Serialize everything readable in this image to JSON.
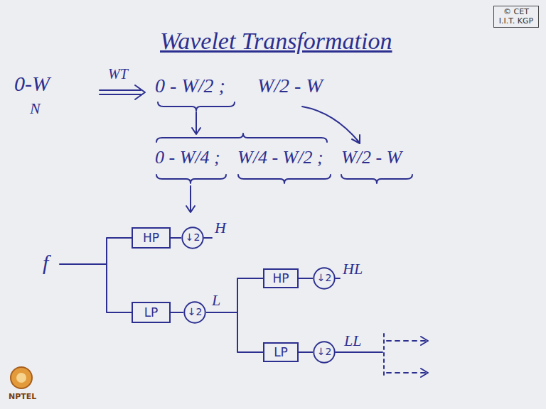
{
  "diagram": {
    "title": "Wavelet Transformation",
    "nodes": [
      {
        "text": [
          "HP"
        ]
      },
      {
        "text": [
          "↓2"
        ]
      },
      {
        "text": [
          "LP"
        ]
      },
      {
        "text": [
          "↓2"
        ]
      },
      {
        "text": [
          "HP"
        ]
      },
      {
        "text": [
          "↓2"
        ]
      },
      {
        "text": [
          "LP"
        ]
      },
      {
        "text": [
          "↓2"
        ]
      }
    ],
    "edges": [
      {
        "from": 0,
        "to": 1,
        "arrow": "none"
      },
      {
        "from": 2,
        "to": 3,
        "arrow": "none"
      },
      {
        "from": 3,
        "to": 4,
        "arrow": "none"
      },
      {
        "from": 3,
        "to": 6,
        "arrow": "none"
      },
      {
        "from": 4,
        "to": 5,
        "arrow": "none"
      },
      {
        "from": 6,
        "to": 7,
        "arrow": "none"
      }
    ],
    "labels": [
      "© CET I.I.T. KGP",
      "0-W",
      "N",
      "WT",
      "0 - W/2 ;",
      "W/2 - W",
      "0 - W/4 ;",
      "W/4 - W/2 ;",
      "W/2 - W",
      "f",
      "H",
      "L",
      "HL",
      "LL",
      "NPTEL"
    ]
  }
}
